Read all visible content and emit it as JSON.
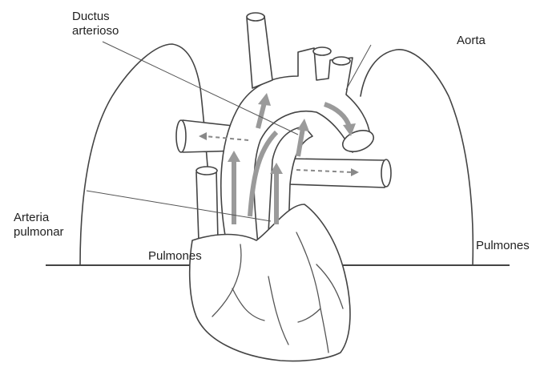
{
  "labels": {
    "ductus": "Ductus\narterioso",
    "aorta": "Aorta",
    "arteria": "Arteria\npulmonar",
    "pulmones_center": "Pulmones",
    "pulmones_right": "Pulmones"
  }
}
